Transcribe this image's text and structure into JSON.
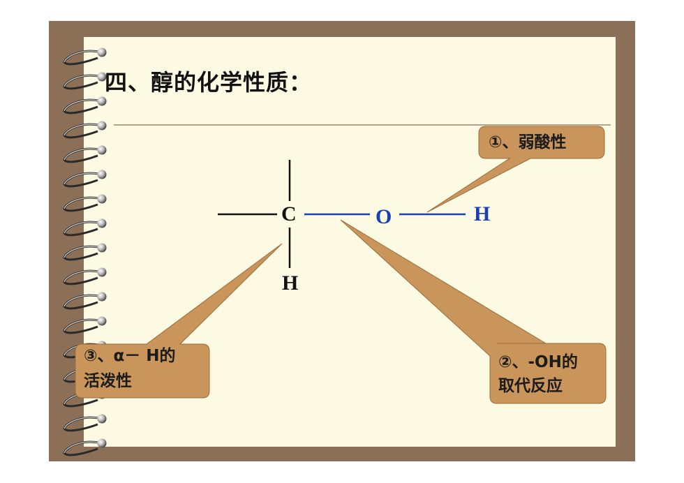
{
  "title": "四、醇的化学性质：",
  "molecule": {
    "carbon": "C",
    "oxygen": "O",
    "hydroxyl_hydrogen": "H",
    "alpha_hydrogen": "H"
  },
  "callouts": {
    "acidity": {
      "label": "①、弱酸性"
    },
    "oh_substitution": {
      "line1": "②、-OH的",
      "line2": "取代反应"
    },
    "alpha_h": {
      "line1": "③、α－ H的",
      "line2": "活泼性"
    }
  },
  "colors": {
    "frame": "#8b7057",
    "paper": "#fcfae2",
    "callout_fill": "#c9955a",
    "bond_blue": "#1a3fb0",
    "bond_black": "#111111"
  }
}
